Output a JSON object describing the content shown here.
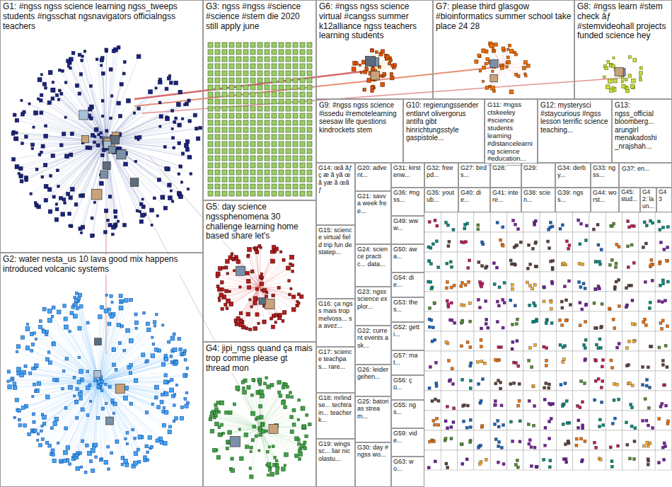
{
  "diagram": {
    "nodes": [
      {
        "text": [
          "G1: #ngss ngss science learning ngss_tweeps students #ngsschat ngsnavigators officialngss teachers"
        ]
      },
      {
        "text": [
          "G2: water nesta_us 10 lava good mix happens introduced volcanic systems"
        ]
      },
      {
        "text": [
          "G3: ngss #ngss #science #science #stem die 2020 still apply june"
        ]
      },
      {
        "text": [
          "G5: day science ngssphenomena 30 challenge learning home based share let's"
        ]
      },
      {
        "text": [
          "G4: jipi_ngss quand ça mais trop comme please gt thread mon"
        ]
      },
      {
        "text": [
          "G6: #ngss ngss science virtual #cangss summer k12alliance ngss teachers learning students"
        ]
      },
      {
        "text": [
          "G7: please third glasgow #bioinformatics summer school take place 24 28"
        ]
      },
      {
        "text": [
          "G8: #ngss learn #stem check âƒ #stemvideohall projects funded science hey"
        ]
      },
      {
        "text": [
          "G9: #ngss ngss science #issedu #remotelearning seesaw life questions kindrockets stem"
        ]
      },
      {
        "text": [
          "G10: regierungssender entlarvt olivergorus antifa gibt hinrichtungsstyle gaspistole..."
        ]
      },
      {
        "text": [
          "G11: #ngss ctskeeley #science students learning #distancelearning science #education..."
        ]
      },
      {
        "text": [
          "G12: mysterysci #staycurious #ngss lesson terrific science teaching..."
        ]
      },
      {
        "text": [
          "G13: ngss_official bloomberg... arungirl menakadoshi _nrajshah..."
        ]
      },
      {
        "text": [
          "G14: œã ãƒ ç æ ã yã œã yæ ã œã ƒ"
        ]
      },
      {
        "text": [
          "G15: science virtual field trip fun destatep..."
        ]
      },
      {
        "text": [
          "G16: ça ngss mais trop melvoss... sa avez..."
        ]
      },
      {
        "text": [
          "G17: science teachpas... rare..."
        ]
      },
      {
        "text": [
          "G18: mrlindse... techtrain... teacherk..."
        ]
      },
      {
        "text": [
          "G19: wingssc... liar nicolastu..."
        ]
      },
      {
        "text": [
          "G20: advent..."
        ]
      },
      {
        "text": [
          "G21: savva week free..."
        ]
      },
      {
        "text": [
          "G24: science practic... data..."
        ]
      },
      {
        "text": [
          "G23: ngss science explor..."
        ]
      },
      {
        "text": [
          "G22: current events ask..."
        ]
      },
      {
        "text": [
          "G26: leider gehen..."
        ]
      },
      {
        "text": [
          "G25: batorias stream..."
        ]
      },
      {
        "text": [
          "G30: day #ngss wo..."
        ]
      },
      {
        "text": [
          "G31: kirstenw..."
        ]
      },
      {
        "text": [
          "G36: #ngss..."
        ]
      },
      {
        "text": [
          "G49: www..."
        ]
      },
      {
        "text": [
          "G50: awa..."
        ]
      },
      {
        "text": [
          "G54: die..."
        ]
      },
      {
        "text": [
          "G53: thes..."
        ]
      },
      {
        "text": [
          "G52: getti..."
        ]
      },
      {
        "text": [
          "G57: mat..."
        ]
      },
      {
        "text": [
          "G56: ç ü..."
        ]
      },
      {
        "text": [
          "G55: ngs..."
        ]
      },
      {
        "text": [
          "G59: vide..."
        ]
      },
      {
        "text": [
          "G63: wo..."
        ]
      },
      {
        "text": [
          "G32: free pd..."
        ]
      },
      {
        "text": [
          "G27: birds..."
        ]
      },
      {
        "text": [
          "G28:"
        ]
      },
      {
        "text": [
          "G29:"
        ]
      },
      {
        "text": [
          "G34: derby..."
        ]
      },
      {
        "text": [
          "G33: ngss..."
        ]
      },
      {
        "text": [
          "G37: en..."
        ]
      },
      {
        "text": [
          "G35: youtub..."
        ]
      },
      {
        "text": [
          "G40: die..."
        ]
      },
      {
        "text": [
          "G41: intere..."
        ]
      },
      {
        "text": [
          "G38: scien..."
        ]
      },
      {
        "text": [
          "G39: ngss..."
        ]
      },
      {
        "text": [
          "G44: worst..."
        ]
      },
      {
        "text": [
          "G45: stud..."
        ]
      },
      {
        "text": [
          "G42: laun..."
        ]
      },
      {
        "text": [
          "G43"
        ]
      }
    ]
  }
}
